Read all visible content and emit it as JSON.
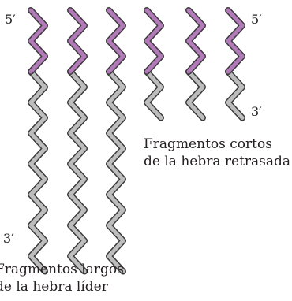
{
  "labels": {
    "five_prime_left": "5′",
    "three_prime_left": "3′",
    "five_prime_right": "5′",
    "three_prime_right": "3′"
  },
  "captions": {
    "lagging_line1": "Fragmentos cortos",
    "lagging_line2": "de la hebra retrasada",
    "leading_line1": "Fragmentos largos",
    "leading_line2": "de la hebra líder"
  },
  "strands": {
    "leading": {
      "count": 3,
      "primer_zigs": 4,
      "dna_zigs": 13
    },
    "lagging": {
      "count": 3,
      "primer_zigs": 4,
      "dna_zigs": 3
    }
  },
  "colors": {
    "primer": "#b27ab8",
    "dna": "#bdbdbd",
    "outline": "#3a3a3a",
    "text": "#231f20"
  }
}
